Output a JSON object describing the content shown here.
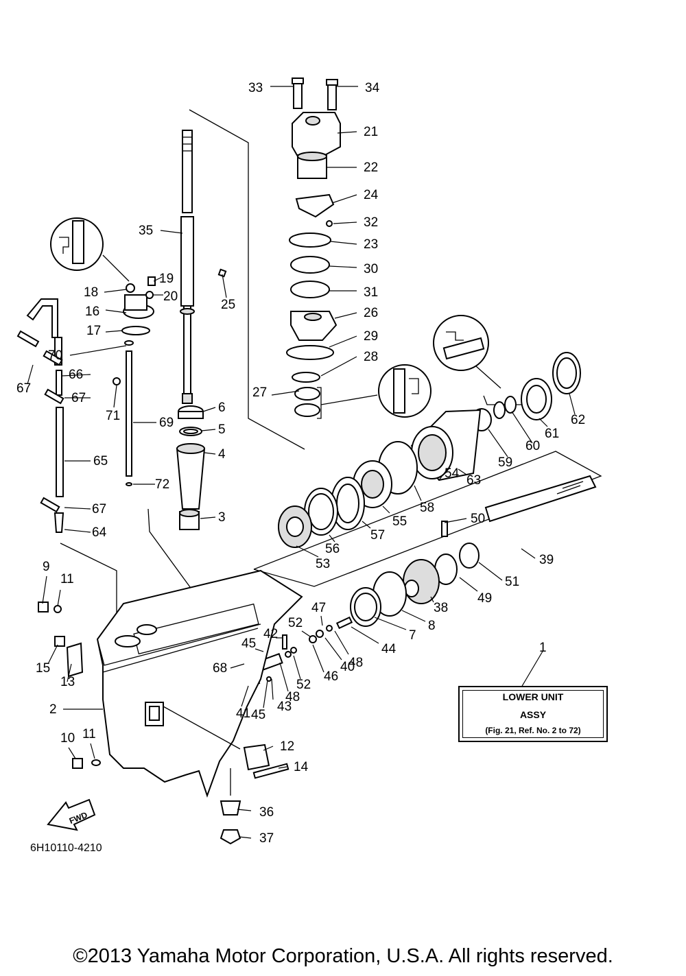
{
  "diagram": {
    "drawing_code": "6H10110-4210",
    "fwd_label": "FWD",
    "assembly_box": {
      "title": "LOWER UNIT",
      "subtitle": "ASSY",
      "note": "(Fig. 21, Ref. No. 2 to 72)"
    },
    "callouts": [
      "33",
      "34",
      "21",
      "22",
      "24",
      "32",
      "23",
      "30",
      "31",
      "26",
      "29",
      "28",
      "27",
      "35",
      "19",
      "18",
      "20",
      "25",
      "16",
      "17",
      "70",
      "66",
      "67",
      "71",
      "67",
      "69",
      "6",
      "5",
      "4",
      "65",
      "72",
      "67",
      "64",
      "3",
      "62",
      "61",
      "60",
      "59",
      "63",
      "54",
      "58",
      "55",
      "57",
      "56",
      "53",
      "50",
      "39",
      "51",
      "49",
      "38",
      "8",
      "7",
      "44",
      "48",
      "47",
      "40",
      "52",
      "46",
      "42",
      "45",
      "68",
      "52",
      "48",
      "43",
      "41",
      "45",
      "9",
      "11",
      "15",
      "13",
      "2",
      "10",
      "11",
      "12",
      "14",
      "36",
      "37",
      "1"
    ]
  },
  "copyright": "©2013 Yamaha Motor Corporation, U.S.A. All rights reserved."
}
